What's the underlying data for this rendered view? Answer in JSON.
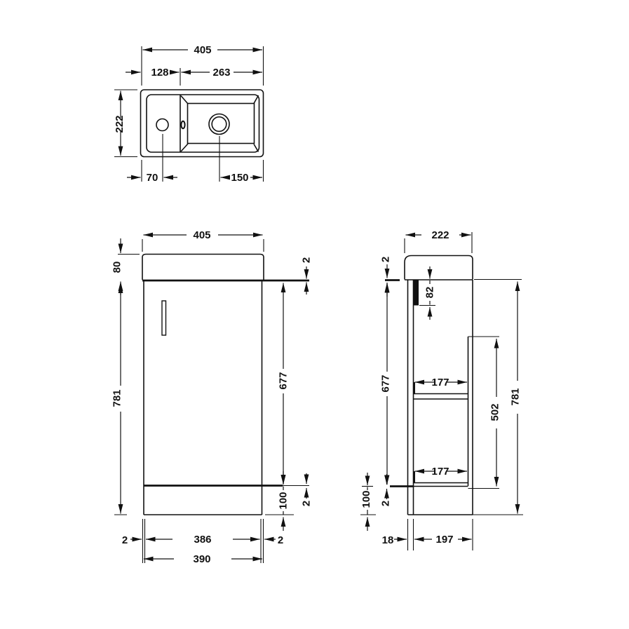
{
  "drawing": {
    "background": "#ffffff",
    "line_color": "#111111",
    "views": {
      "top": {
        "dims": {
          "overall_width": "405",
          "left_section_width": "128",
          "bowl_section_width": "263",
          "overall_depth": "222",
          "tap_centre_offset": "70",
          "waste_centre_offset": "150"
        }
      },
      "front": {
        "dims": {
          "basin_width": "405",
          "basin_height": "80",
          "cabinet_height": "781",
          "worktop_edge": "2",
          "door_height": "677",
          "plinth_height": "100",
          "base_edge": "2",
          "gap_left": "2",
          "door_width": "386",
          "gap_right": "2",
          "carcass_width": "390"
        }
      },
      "side": {
        "dims": {
          "overall_depth": "222",
          "basin_overhang": "2",
          "top_rail_height": "82",
          "door_height": "677",
          "upper_shelf_depth": "177",
          "lower_shelf_depth": "177",
          "back_panel_height": "502",
          "cabinet_height": "781",
          "plinth_height": "100",
          "base_edge": "2",
          "door_thickness": "18",
          "internal_depth": "197"
        }
      }
    }
  }
}
